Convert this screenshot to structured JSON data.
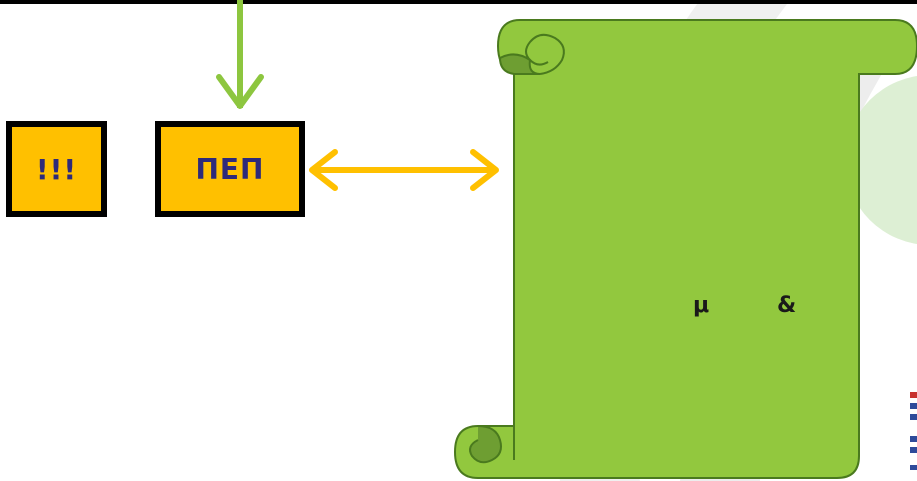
{
  "boxes": {
    "alert_label": "!!!",
    "pep_label": "ΠΕΠ"
  },
  "scroll": {
    "text_left": "μ",
    "text_right": "&"
  },
  "colors": {
    "box_fill": "#FFC000",
    "box_text": "#2E2A7A",
    "arrow_green": "#8DC63F",
    "arrow_gold": "#FFC000",
    "scroll_fill": "#92C83E",
    "scroll_curl": "#6E9E32",
    "scroll_outline": "#4A7A1E",
    "watermark_gray": "#EEEEEE",
    "watermark_green": "#DDEFD4"
  },
  "icons": {
    "watermark": "stripe-logo-watermark",
    "corner": "flag-stripes-icon"
  }
}
